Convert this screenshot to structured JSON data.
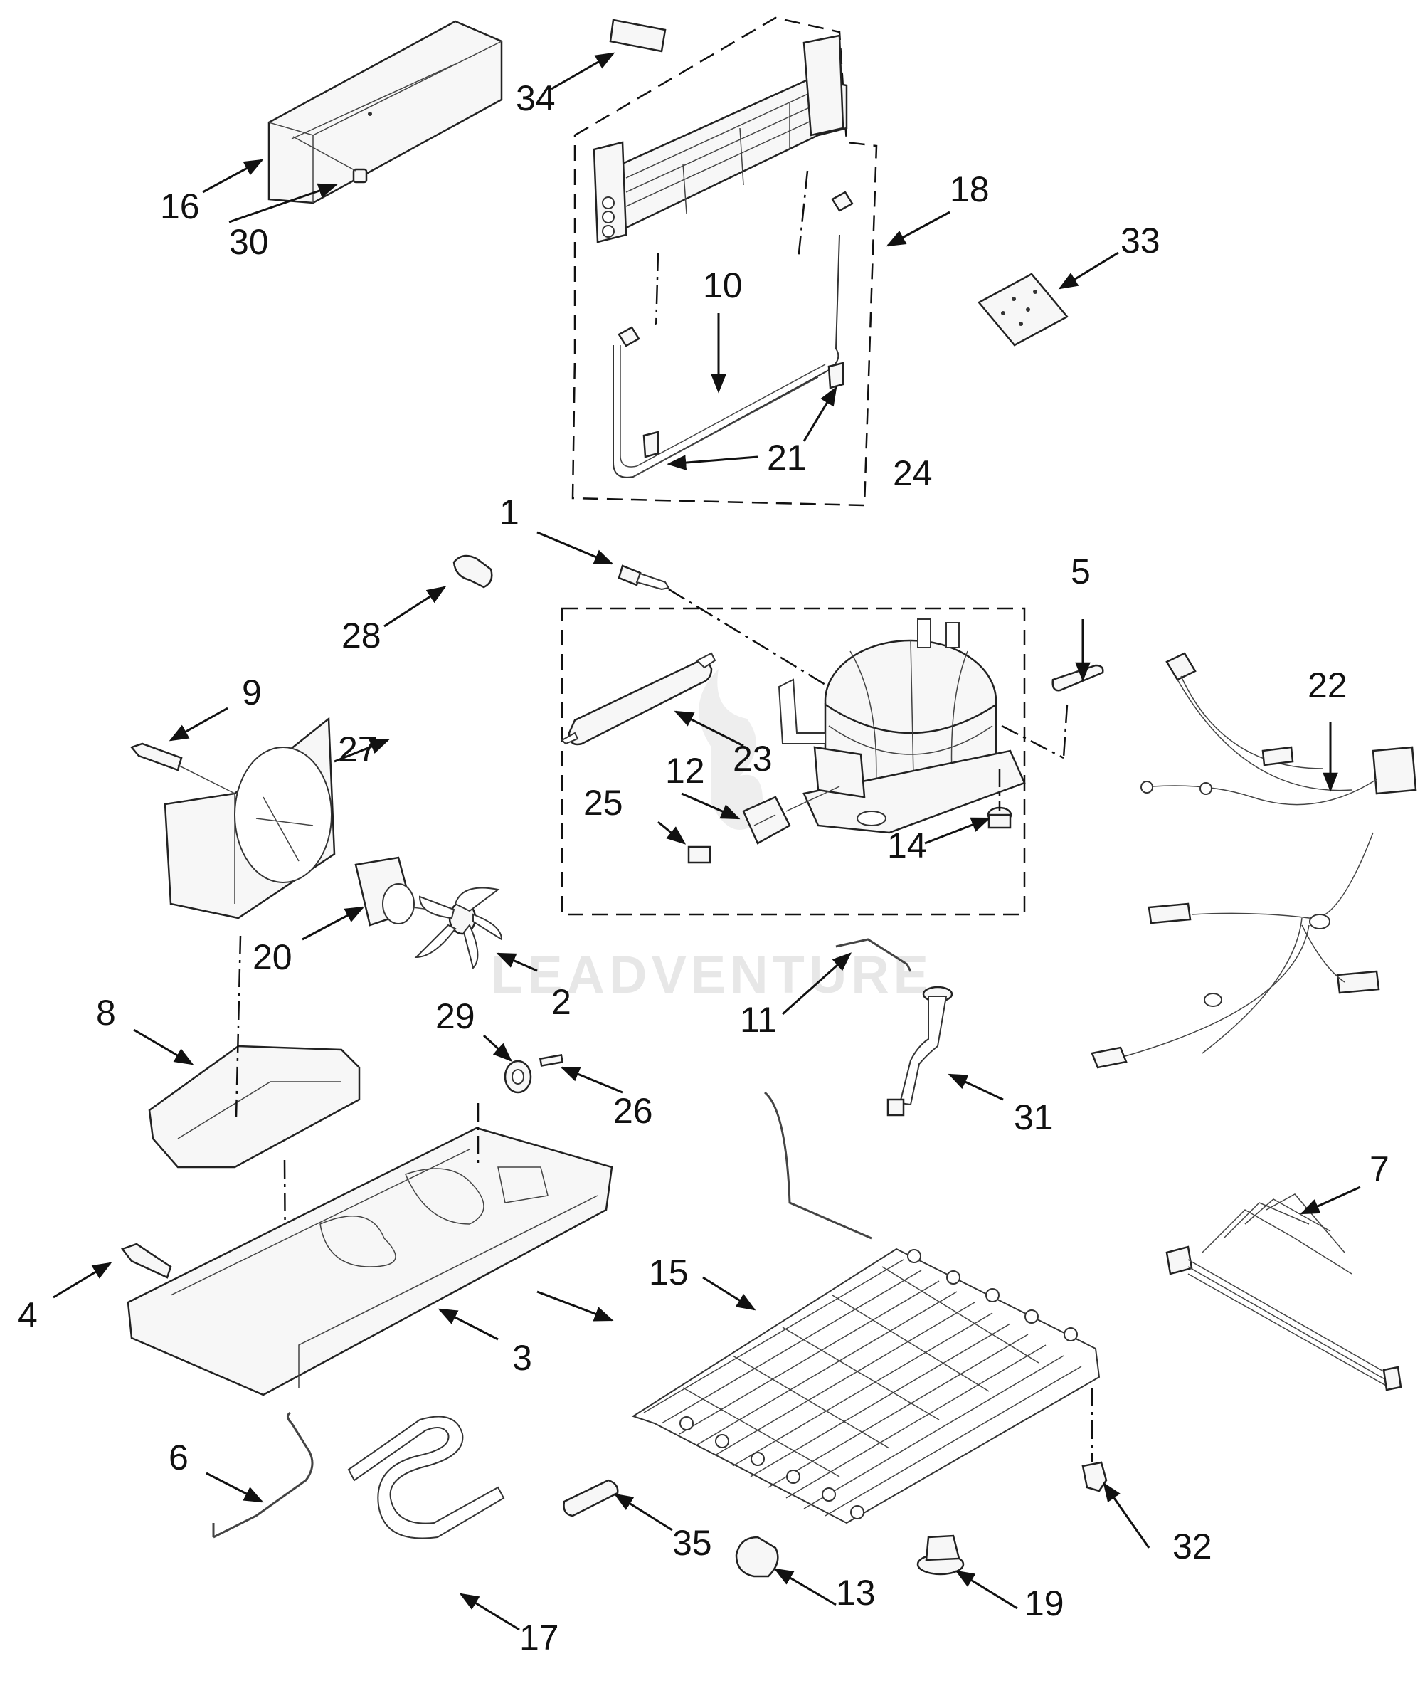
{
  "watermark": "LEADVENTURE",
  "callouts": {
    "c1": "1",
    "c2": "2",
    "c3": "3",
    "c4": "4",
    "c5": "5",
    "c6": "6",
    "c7": "7",
    "c8": "8",
    "c9": "9",
    "c10": "10",
    "c11": "11",
    "c12": "12",
    "c13": "13",
    "c14": "14",
    "c15": "15",
    "c16": "16",
    "c17": "17",
    "c18": "18",
    "c19": "19",
    "c20": "20",
    "c21a": "21",
    "c21b": "21",
    "c22": "22",
    "c23": "23",
    "c24": "24",
    "c25": "25",
    "c26": "26",
    "c27": "27",
    "c28": "28",
    "c29": "29",
    "c30": "30",
    "c31": "31",
    "c32": "32",
    "c33": "33",
    "c34": "34",
    "c35": "35"
  }
}
